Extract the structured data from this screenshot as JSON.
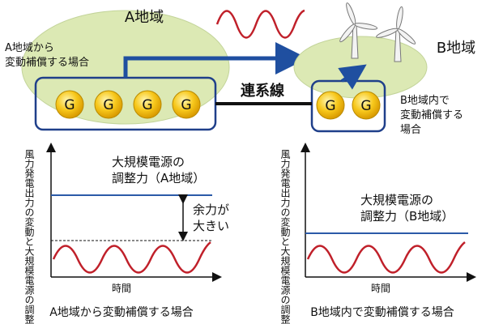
{
  "region_a": {
    "title": "A地域",
    "note_line1": "A地域から",
    "note_line2": "変動補償する場合",
    "generators": [
      "G",
      "G",
      "G",
      "G"
    ]
  },
  "region_b": {
    "title": "B地域",
    "note_line1": "B地域内で",
    "note_line2": "変動補償する",
    "note_line3": "場合",
    "generators": [
      "G",
      "G"
    ]
  },
  "interconnection_label": "連系線",
  "chart_a": {
    "y_axis_label": "風力発電出力の変動と大規模電源の調整力",
    "x_axis_label": "時間",
    "capacity_label_line1": "大規模電源の",
    "capacity_label_line2": "調整力（A地域）",
    "margin_label_line1": "余力が",
    "margin_label_line2": "大きい",
    "caption": "A地域から変動補償する場合"
  },
  "chart_b": {
    "y_axis_label": "風力発電出力の変動と大規模電源の調整力",
    "x_axis_label": "時間",
    "capacity_label_line1": "大規模電源の",
    "capacity_label_line2": "調整力（B地域）",
    "caption": "B地域内で変動補償する場合"
  },
  "colors": {
    "region_fill": "#dce9b4",
    "box_stroke": "#1f3f8a",
    "capacity_line": "#2b5aa8",
    "wave": "#c0202a",
    "generator_fill": "#f5c21a",
    "arrow": "#1f4fa0"
  }
}
